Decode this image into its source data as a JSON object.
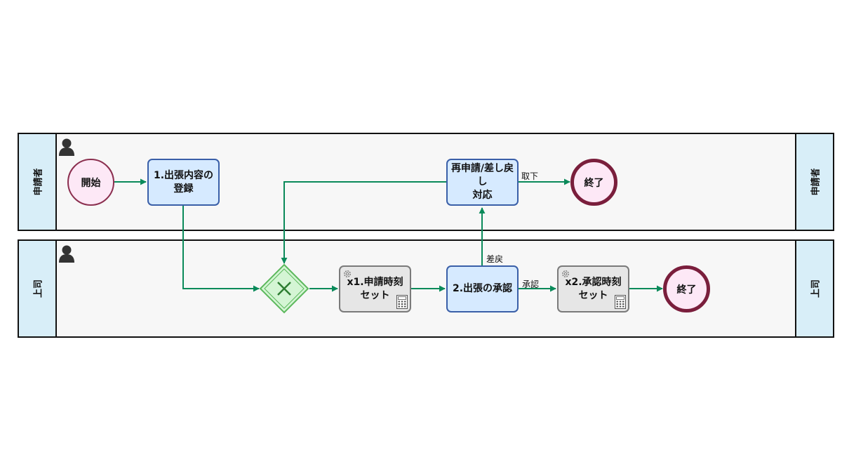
{
  "lanes": [
    {
      "name": "申請者"
    },
    {
      "name": "上司"
    }
  ],
  "nodes": {
    "start": {
      "label": "開始"
    },
    "task_register": {
      "label": "1.出張内容の\n登録"
    },
    "task_resubmit": {
      "label": "再申請/差し戻し\n対応"
    },
    "end_applicant": {
      "label": "終了"
    },
    "gateway": {
      "label": ""
    },
    "script_x1": {
      "label": "x1.申請時刻\nセット"
    },
    "task_approve": {
      "label": "2.出張の承認"
    },
    "script_x2": {
      "label": "x2.承認時刻\nセット"
    },
    "end_boss": {
      "label": "終了"
    }
  },
  "edge_labels": {
    "withdraw": "取下",
    "return": "差戻",
    "approve": "承認"
  },
  "colors": {
    "flow": "#0a8a5a",
    "lane_header": "#d8eef8",
    "human_task": "#d6eaff",
    "script_task": "#e6e6e6",
    "event_fill": "#fde8f6",
    "gateway_fill": "#d4f5d4"
  }
}
